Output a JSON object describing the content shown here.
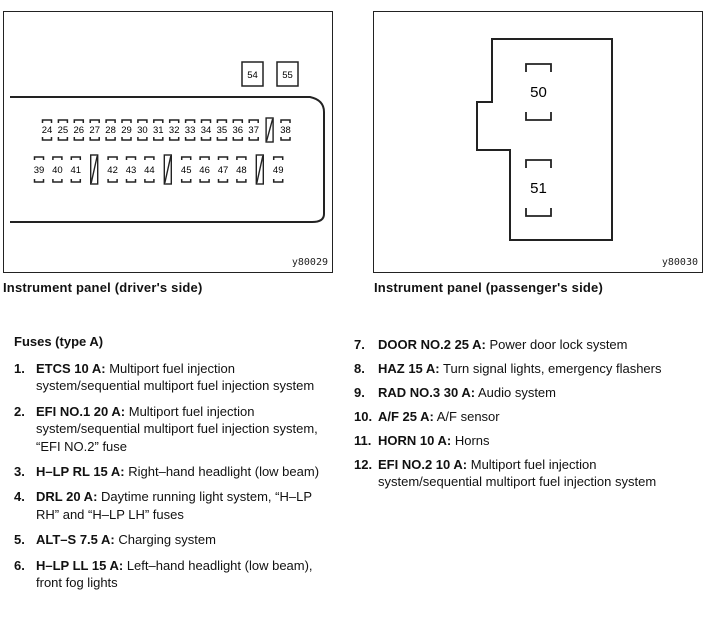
{
  "diagrams": {
    "driver": {
      "code": "y80029",
      "top_row": [
        "24",
        "25",
        "26",
        "27",
        "28",
        "29",
        "30",
        "31",
        "32",
        "33",
        "34",
        "35",
        "36",
        "37",
        "",
        "38"
      ],
      "bottom_row": [
        "39",
        "40",
        "41",
        "",
        "42",
        "43",
        "44",
        "",
        "45",
        "46",
        "47",
        "48",
        "",
        "49"
      ],
      "extra": [
        "54",
        "55"
      ]
    },
    "passenger": {
      "code": "y80030",
      "fuses": [
        "50",
        "51"
      ]
    }
  },
  "captions": {
    "left": "Instrument panel (driver's side)",
    "right": "Instrument panel (passenger's side)"
  },
  "fuses_heading": "Fuses (type A)",
  "fuses_left": [
    {
      "num": "1.",
      "name": "ETCS 10 A:",
      "desc": "Multiport fuel injection system/sequential multiport fuel injection system"
    },
    {
      "num": "2.",
      "name": "EFI NO.1 20 A:",
      "desc": "Multiport fuel injection system/sequential multiport fuel injection system, “EFI NO.2” fuse"
    },
    {
      "num": "3.",
      "name": "H–LP RL 15 A:",
      "desc": "Right–hand headlight (low beam)"
    },
    {
      "num": "4.",
      "name": "DRL 20 A:",
      "desc": "Daytime running light system, “H–LP RH” and “H–LP LH” fuses"
    },
    {
      "num": "5.",
      "name": "ALT–S 7.5 A:",
      "desc": "Charging system"
    },
    {
      "num": "6.",
      "name": "H–LP LL 15 A:",
      "desc": "Left–hand headlight (low beam), front fog lights"
    }
  ],
  "fuses_right": [
    {
      "num": "7.",
      "name": "DOOR NO.2 25 A:",
      "desc": "Power door lock system"
    },
    {
      "num": "8.",
      "name": "HAZ 15 A:",
      "desc": "Turn signal lights, emergency flashers"
    },
    {
      "num": "9.",
      "name": "RAD NO.3 30 A:",
      "desc": "Audio system"
    },
    {
      "num": "10.",
      "name": "A/F 25 A:",
      "desc": "A/F sensor"
    },
    {
      "num": "11.",
      "name": "HORN 10 A:",
      "desc": "Horns"
    },
    {
      "num": "12.",
      "name": "EFI NO.2 10 A:",
      "desc": "Multiport fuel injection system/sequential multiport fuel injection system"
    }
  ]
}
